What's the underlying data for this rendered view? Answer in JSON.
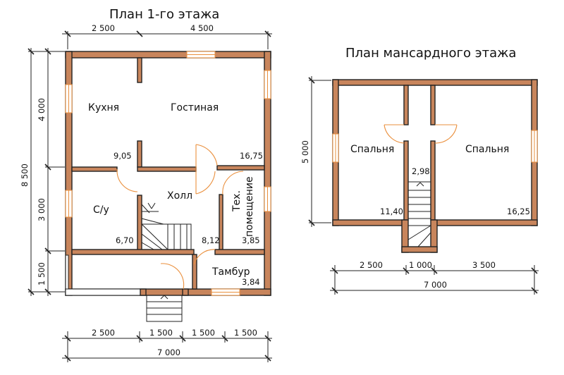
{
  "floor1": {
    "title": "План 1-го этажа",
    "rooms": {
      "kitchen": "Кухня",
      "living": "Гостиная",
      "bath": "С/у",
      "hall": "Холл",
      "tech_line1": "Тех.",
      "tech_line2": "помещение",
      "tambur": "Тамбур"
    },
    "areas": {
      "kitchen": "9,05",
      "living": "16,75",
      "bath": "6,70",
      "hall": "8,12",
      "tech": "3,85",
      "tambur": "3,84"
    },
    "dims_top": [
      "2 500",
      "4 500"
    ],
    "dims_left_inner": [
      "4 000",
      "3 000",
      "1 500"
    ],
    "dim_left_total": "8 500",
    "dims_bottom": [
      "2 500",
      "1 500",
      "1 500",
      "1 500"
    ],
    "dim_bottom_total": "7 000"
  },
  "attic": {
    "title": "План мансардного этажа",
    "rooms": {
      "bedroom_left": "Спальня",
      "bedroom_right": "Спальня"
    },
    "areas": {
      "bedroom_left": "11,40",
      "bedroom_right": "16,25",
      "stair": "2,98"
    },
    "dim_left": "5 000",
    "dims_bottom": [
      "2 500",
      "1 000",
      "3 500"
    ],
    "dim_bottom_total": "7 000"
  },
  "colors": {
    "wall_fill": "#c8855c",
    "opening_stroke": "#ea8f3c",
    "line": "#222222"
  }
}
